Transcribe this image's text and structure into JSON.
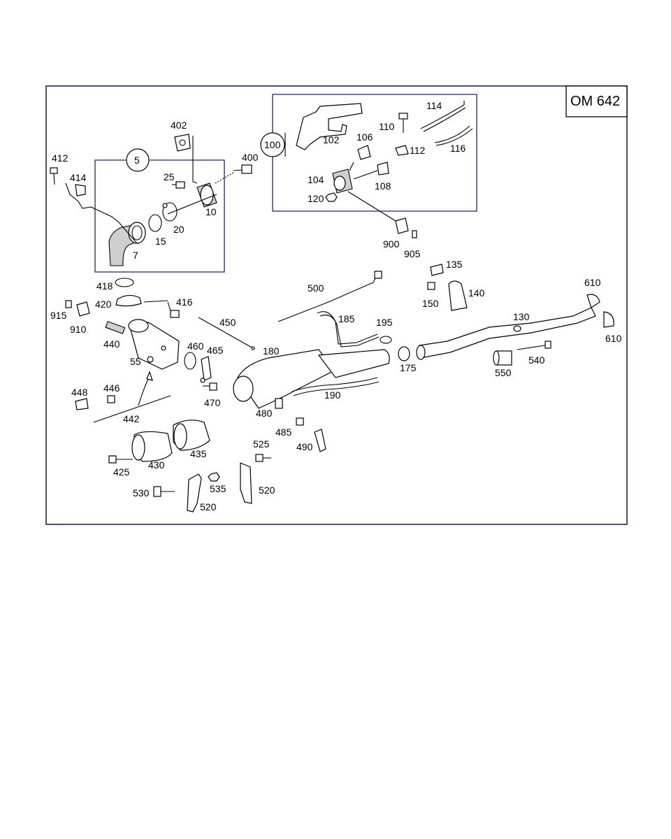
{
  "diagram": {
    "engine_code": "OM 642",
    "group_callouts": [
      "5",
      "100"
    ],
    "colors": {
      "frame": "#1f2a52",
      "ink": "#000000",
      "shade": "#cfcfcf"
    },
    "labels": {
      "p7": "7",
      "p10": "10",
      "p15": "15",
      "p20": "20",
      "p25": "25",
      "p55": "55",
      "p102": "102",
      "p104": "104",
      "p106": "106",
      "p108": "108",
      "p110": "110",
      "p112": "112",
      "p114": "114",
      "p116": "116",
      "p120": "120",
      "p130": "130",
      "p135": "135",
      "p140": "140",
      "p150": "150",
      "p175": "175",
      "p180": "180",
      "p185": "185",
      "p190": "190",
      "p195": "195",
      "p400": "400",
      "p402": "402",
      "p412": "412",
      "p414": "414",
      "p416": "416",
      "p418": "418",
      "p420": "420",
      "p425": "425",
      "p430": "430",
      "p435": "435",
      "p440": "440",
      "p442": "442",
      "p446": "446",
      "p448": "448",
      "p450": "450",
      "p460": "460",
      "p465": "465",
      "p470": "470",
      "p480": "480",
      "p485": "485",
      "p490": "490",
      "p500": "500",
      "p520a": "520",
      "p520b": "520",
      "p525": "525",
      "p530": "530",
      "p535": "535",
      "p540": "540",
      "p550": "550",
      "p610a": "610",
      "p610b": "610",
      "p900": "900",
      "p905": "905",
      "p910": "910",
      "p915": "915"
    }
  }
}
